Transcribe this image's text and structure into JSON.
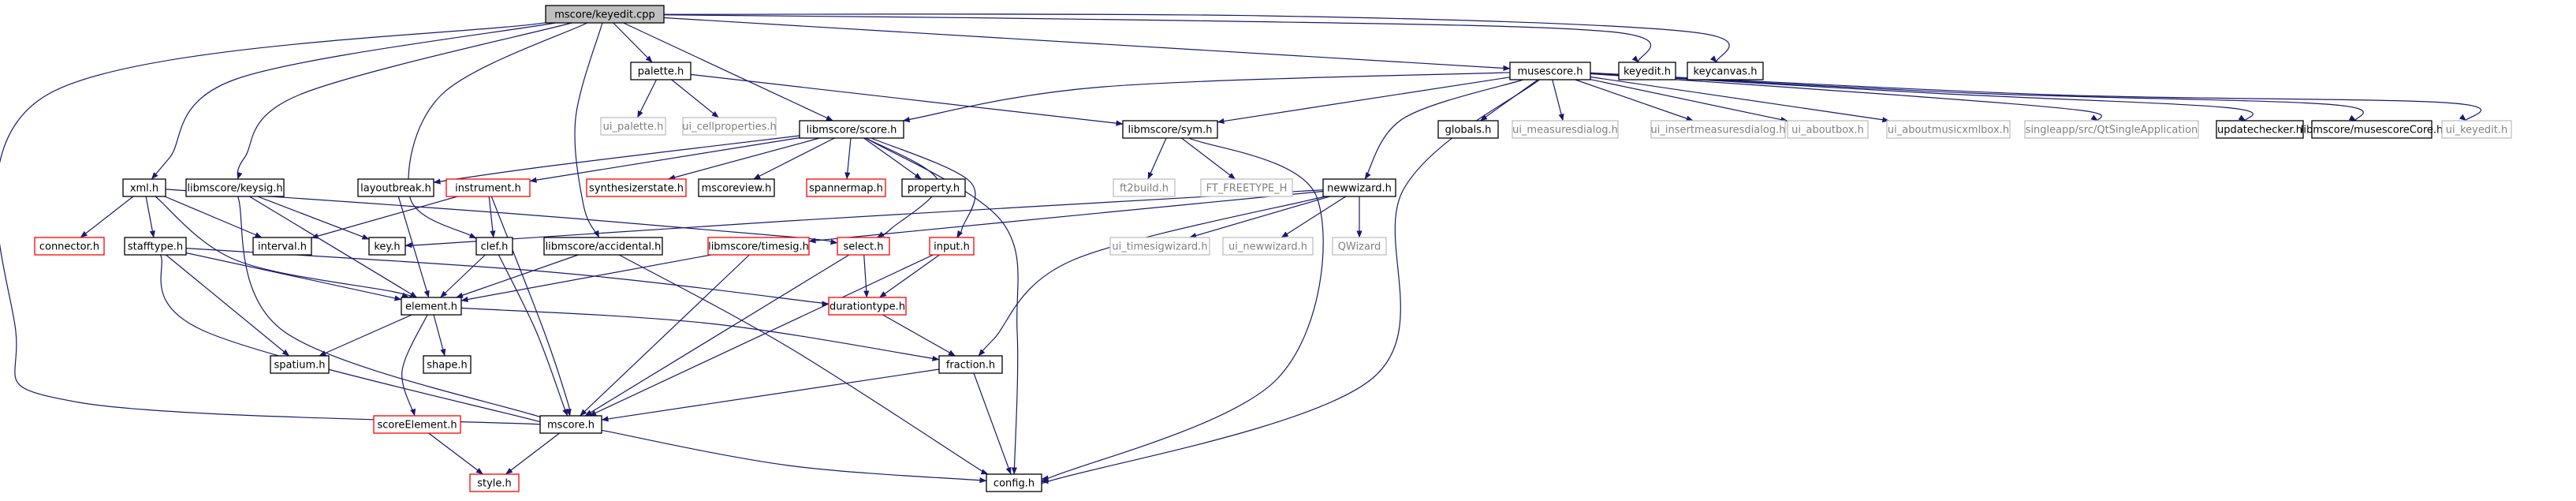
{
  "colors": {
    "edge": "#191970",
    "root_fill": "#bfbfbf",
    "normal_border": "#000000",
    "truncated_border": "#ff0000",
    "external_border": "#bfbfbf",
    "external_text": "#808080",
    "text": "#000000"
  },
  "nodes": [
    {
      "id": "root",
      "label": "mscore/keyedit.cpp",
      "kind": "root"
    },
    {
      "id": "palette",
      "label": "palette.h",
      "kind": "normal"
    },
    {
      "id": "ui_palette",
      "label": "ui_palette.h",
      "kind": "external"
    },
    {
      "id": "ui_cellprop",
      "label": "ui_cellproperties.h",
      "kind": "external"
    },
    {
      "id": "libscore",
      "label": "libmscore/score.h",
      "kind": "normal"
    },
    {
      "id": "musescore",
      "label": "musescore.h",
      "kind": "normal"
    },
    {
      "id": "keyedit_h",
      "label": "keyedit.h",
      "kind": "normal"
    },
    {
      "id": "keycanvas",
      "label": "keycanvas.h",
      "kind": "normal"
    },
    {
      "id": "libsym",
      "label": "libmscore/sym.h",
      "kind": "normal"
    },
    {
      "id": "ft2build",
      "label": "ft2build.h",
      "kind": "external"
    },
    {
      "id": "ft_freetype",
      "label": "FT_FREETYPE_H",
      "kind": "external"
    },
    {
      "id": "globals",
      "label": "globals.h",
      "kind": "normal"
    },
    {
      "id": "ui_measuresdialog",
      "label": "ui_measuresdialog.h",
      "kind": "external"
    },
    {
      "id": "ui_insertmeasures",
      "label": "ui_insertmeasuresdialog.h",
      "kind": "external"
    },
    {
      "id": "ui_aboutbox",
      "label": "ui_aboutbox.h",
      "kind": "external"
    },
    {
      "id": "ui_aboutmusicxml",
      "label": "ui_aboutmusicxmlbox.h",
      "kind": "external"
    },
    {
      "id": "qtsingleapp",
      "label": "singleapp/src/QtSingleApplication",
      "kind": "external"
    },
    {
      "id": "updatechecker",
      "label": "updatechecker.h",
      "kind": "normal"
    },
    {
      "id": "musescorecore",
      "label": "libmscore/musescoreCore.h",
      "kind": "normal"
    },
    {
      "id": "ui_keyedit",
      "label": "ui_keyedit.h",
      "kind": "external"
    },
    {
      "id": "xml",
      "label": "xml.h",
      "kind": "normal"
    },
    {
      "id": "libkeysig",
      "label": "libmscore/keysig.h",
      "kind": "normal"
    },
    {
      "id": "layoutbreak",
      "label": "layoutbreak.h",
      "kind": "normal"
    },
    {
      "id": "instrument",
      "label": "instrument.h",
      "kind": "truncated"
    },
    {
      "id": "synthesizerstate",
      "label": "synthesizerstate.h",
      "kind": "truncated"
    },
    {
      "id": "mscoreview",
      "label": "mscoreview.h",
      "kind": "normal"
    },
    {
      "id": "spannermap",
      "label": "spannermap.h",
      "kind": "truncated"
    },
    {
      "id": "property",
      "label": "property.h",
      "kind": "normal"
    },
    {
      "id": "newwizard",
      "label": "newwizard.h",
      "kind": "normal"
    },
    {
      "id": "connector",
      "label": "connector.h",
      "kind": "truncated"
    },
    {
      "id": "stafftype",
      "label": "stafftype.h",
      "kind": "normal"
    },
    {
      "id": "interval",
      "label": "interval.h",
      "kind": "normal"
    },
    {
      "id": "key",
      "label": "key.h",
      "kind": "normal"
    },
    {
      "id": "clef",
      "label": "clef.h",
      "kind": "normal"
    },
    {
      "id": "libaccidental",
      "label": "libmscore/accidental.h",
      "kind": "normal"
    },
    {
      "id": "libtimesig",
      "label": "libmscore/timesig.h",
      "kind": "truncated"
    },
    {
      "id": "select",
      "label": "select.h",
      "kind": "truncated"
    },
    {
      "id": "input",
      "label": "input.h",
      "kind": "truncated"
    },
    {
      "id": "ui_timesigwizard",
      "label": "ui_timesigwizard.h",
      "kind": "external"
    },
    {
      "id": "ui_newwizard",
      "label": "ui_newwizard.h",
      "kind": "external"
    },
    {
      "id": "qwizard",
      "label": "QWizard",
      "kind": "external"
    },
    {
      "id": "element",
      "label": "element.h",
      "kind": "normal"
    },
    {
      "id": "durationtype",
      "label": "durationtype.h",
      "kind": "truncated"
    },
    {
      "id": "spatium",
      "label": "spatium.h",
      "kind": "normal"
    },
    {
      "id": "shape",
      "label": "shape.h",
      "kind": "normal"
    },
    {
      "id": "fraction",
      "label": "fraction.h",
      "kind": "normal"
    },
    {
      "id": "scoreelement",
      "label": "scoreElement.h",
      "kind": "truncated"
    },
    {
      "id": "mscore",
      "label": "mscore.h",
      "kind": "normal"
    },
    {
      "id": "style",
      "label": "style.h",
      "kind": "truncated"
    },
    {
      "id": "config",
      "label": "config.h",
      "kind": "normal"
    }
  ],
  "edges": [
    [
      "root",
      "palette"
    ],
    [
      "root",
      "libscore"
    ],
    [
      "root",
      "musescore"
    ],
    [
      "root",
      "keyedit_h"
    ],
    [
      "root",
      "keycanvas"
    ],
    [
      "root",
      "xml"
    ],
    [
      "root",
      "libkeysig"
    ],
    [
      "root",
      "libaccidental"
    ],
    [
      "root",
      "clef"
    ],
    [
      "root",
      "mscore"
    ],
    [
      "palette",
      "ui_palette"
    ],
    [
      "palette",
      "ui_cellprop"
    ],
    [
      "palette",
      "libsym"
    ],
    [
      "musescore",
      "libscore"
    ],
    [
      "musescore",
      "libsym"
    ],
    [
      "musescore",
      "globals"
    ],
    [
      "musescore",
      "ui_measuresdialog"
    ],
    [
      "musescore",
      "ui_insertmeasures"
    ],
    [
      "musescore",
      "ui_aboutbox"
    ],
    [
      "musescore",
      "ui_aboutmusicxml"
    ],
    [
      "musescore",
      "qtsingleapp"
    ],
    [
      "musescore",
      "updatechecker"
    ],
    [
      "musescore",
      "musescorecore"
    ],
    [
      "musescore",
      "ui_keyedit"
    ],
    [
      "musescore",
      "newwizard"
    ],
    [
      "musescore",
      "config"
    ],
    [
      "libsym",
      "ft2build"
    ],
    [
      "libsym",
      "ft_freetype"
    ],
    [
      "libsym",
      "config"
    ],
    [
      "libscore",
      "layoutbreak"
    ],
    [
      "libscore",
      "instrument"
    ],
    [
      "libscore",
      "synthesizerstate"
    ],
    [
      "libscore",
      "mscoreview"
    ],
    [
      "libscore",
      "spannermap"
    ],
    [
      "libscore",
      "property"
    ],
    [
      "libscore",
      "select"
    ],
    [
      "libscore",
      "input"
    ],
    [
      "libscore",
      "config"
    ],
    [
      "xml",
      "connector"
    ],
    [
      "xml",
      "stafftype"
    ],
    [
      "xml",
      "interval"
    ],
    [
      "xml",
      "element"
    ],
    [
      "xml",
      "select"
    ],
    [
      "libkeysig",
      "key"
    ],
    [
      "libkeysig",
      "element"
    ],
    [
      "libkeysig",
      "mscore"
    ],
    [
      "layoutbreak",
      "element"
    ],
    [
      "instrument",
      "interval"
    ],
    [
      "instrument",
      "clef"
    ],
    [
      "instrument",
      "mscore"
    ],
    [
      "newwizard",
      "key"
    ],
    [
      "newwizard",
      "libtimesig"
    ],
    [
      "newwizard",
      "ui_timesigwizard"
    ],
    [
      "newwizard",
      "ui_newwizard"
    ],
    [
      "newwizard",
      "qwizard"
    ],
    [
      "newwizard",
      "fraction"
    ],
    [
      "stafftype",
      "element"
    ],
    [
      "stafftype",
      "spatium"
    ],
    [
      "stafftype",
      "mscore"
    ],
    [
      "stafftype",
      "durationtype"
    ],
    [
      "clef",
      "element"
    ],
    [
      "clef",
      "mscore"
    ],
    [
      "libaccidental",
      "element"
    ],
    [
      "libaccidental",
      "config"
    ],
    [
      "libtimesig",
      "element"
    ],
    [
      "libtimesig",
      "mscore"
    ],
    [
      "select",
      "durationtype"
    ],
    [
      "select",
      "mscore"
    ],
    [
      "input",
      "durationtype"
    ],
    [
      "input",
      "mscore"
    ],
    [
      "durationtype",
      "fraction"
    ],
    [
      "element",
      "spatium"
    ],
    [
      "element",
      "shape"
    ],
    [
      "element",
      "fraction"
    ],
    [
      "element",
      "scoreelement"
    ],
    [
      "fraction",
      "mscore"
    ],
    [
      "fraction",
      "config"
    ],
    [
      "scoreelement",
      "style"
    ],
    [
      "mscore",
      "style"
    ],
    [
      "mscore",
      "config"
    ]
  ]
}
